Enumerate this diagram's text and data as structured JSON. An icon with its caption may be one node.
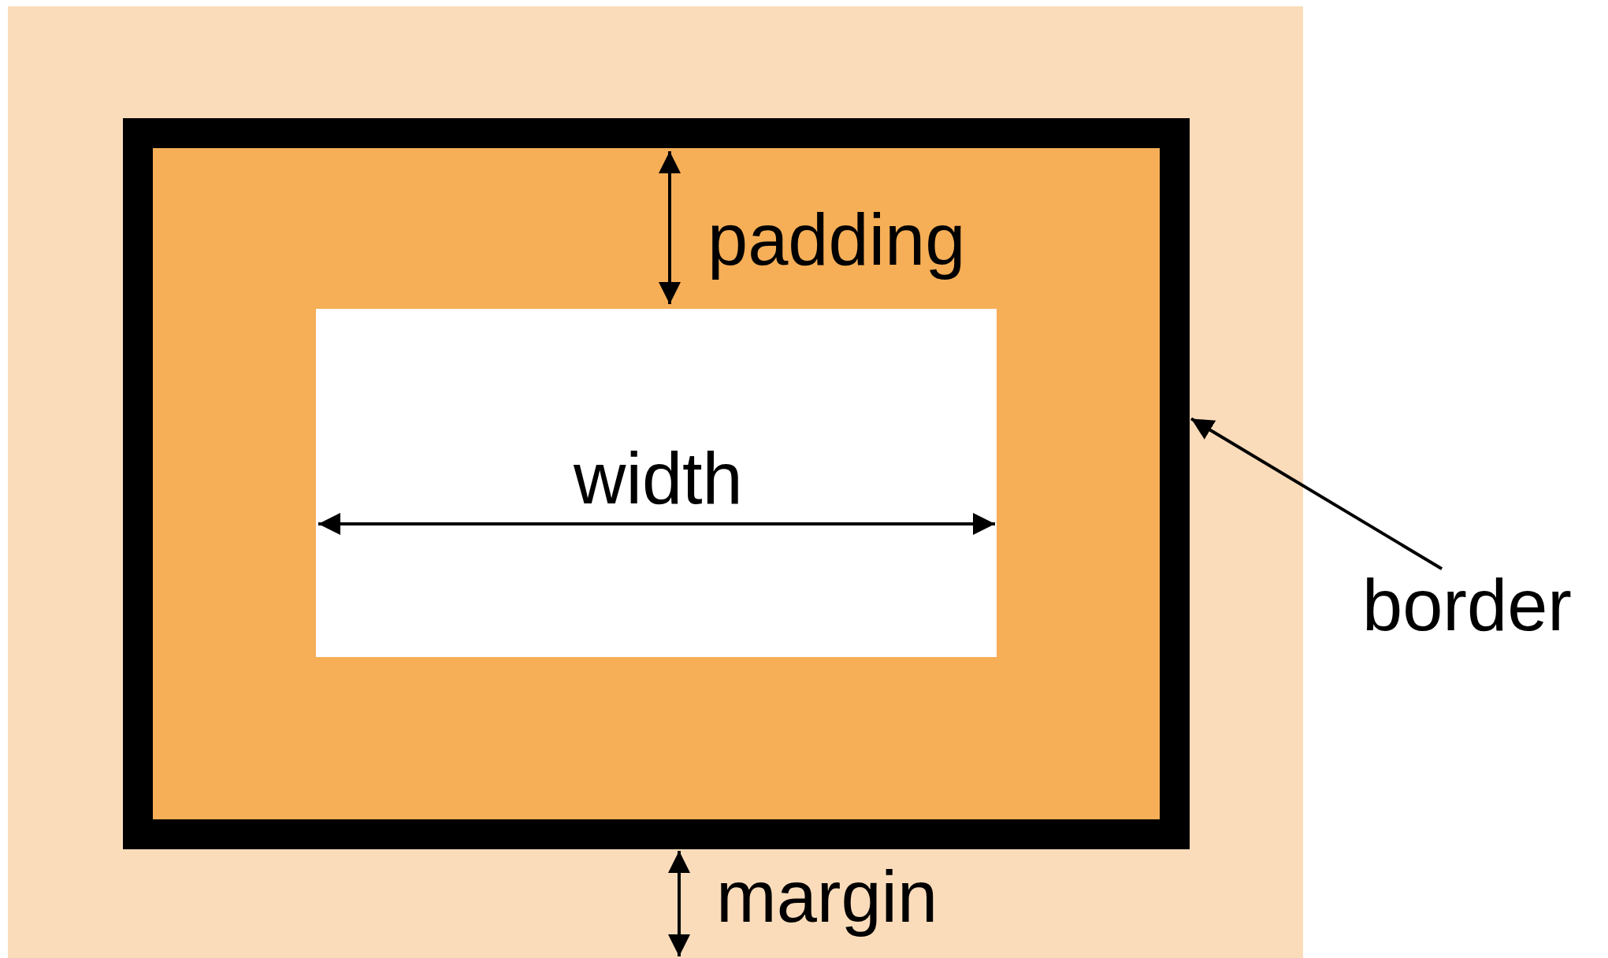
{
  "diagram": {
    "nodes": [
      {
        "text": [
          "border"
        ]
      },
      {
        "text": [],
        "shape": "box"
      }
    ],
    "edges": [
      {
        "from": 0,
        "to": 1,
        "arrow": "to"
      }
    ],
    "labels": [
      "padding",
      "width",
      "margin"
    ]
  }
}
